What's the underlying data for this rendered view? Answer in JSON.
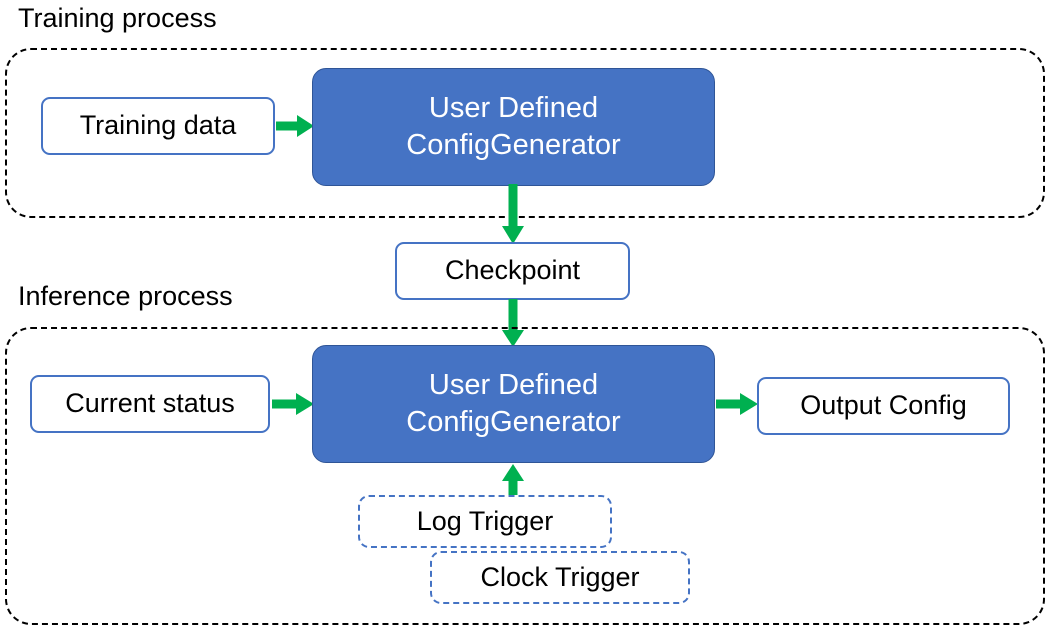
{
  "diagram": {
    "title_training": "Training process",
    "title_inference": "Inference process",
    "colors": {
      "accent_blue": "#4573C4",
      "accent_blue_border": "#2F5597",
      "arrow_green": "#00B050",
      "container_dash": "#000000",
      "text_dark": "#000000",
      "text_light": "#FFFFFF"
    },
    "training": {
      "input_node": "Training data",
      "process_node_line1": "User Defined",
      "process_node_line2": "ConfigGenerator"
    },
    "checkpoint_node": "Checkpoint",
    "inference": {
      "input_node": "Current status",
      "process_node_line1": "User Defined",
      "process_node_line2": "ConfigGenerator",
      "output_node": "Output Config",
      "trigger_log": "Log Trigger",
      "trigger_clock": "Clock Trigger"
    },
    "edges": [
      {
        "name": "training-data-to-generator",
        "direction": "right"
      },
      {
        "name": "training-generator-to-checkpoint",
        "direction": "down"
      },
      {
        "name": "checkpoint-to-inference-generator",
        "direction": "down"
      },
      {
        "name": "current-status-to-generator",
        "direction": "right"
      },
      {
        "name": "generator-to-output-config",
        "direction": "right"
      },
      {
        "name": "triggers-to-generator",
        "direction": "up"
      }
    ]
  }
}
